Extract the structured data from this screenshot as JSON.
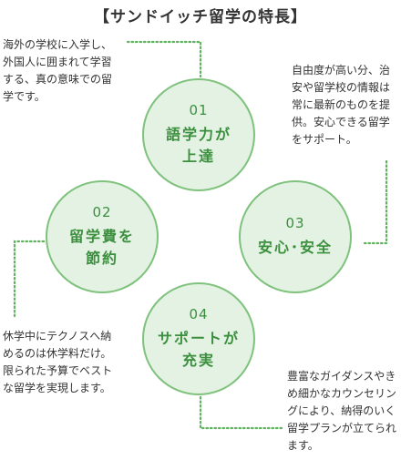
{
  "title": "【サンドイッチ留学の特長】",
  "colors": {
    "circle_fill": "#e3f2e2",
    "circle_border": "#7fc27d",
    "accent_text": "#3b8f3e",
    "dotted_line": "#5fb35d"
  },
  "features": [
    {
      "number": "01",
      "label": "語学力が\n上達",
      "description": "海外の学校に入学し、外国人に囲まれて学習する、真の意味での留学です。"
    },
    {
      "number": "02",
      "label": "留学費を\n節約",
      "description": "休学中にテクノスへ納めるのは休学料だけ。限られた予算でベストな留学を実現します。"
    },
    {
      "number": "03",
      "label": "安心･安全",
      "description": "自由度が高い分、治安や留学校の情報は常に最新のものを提供。安心できる留学をサポート。"
    },
    {
      "number": "04",
      "label": "サポートが\n充実",
      "description": "豊富なガイダンスやきめ細かなカウンセリングにより、納得のいく留学プランが立てられます。"
    }
  ]
}
